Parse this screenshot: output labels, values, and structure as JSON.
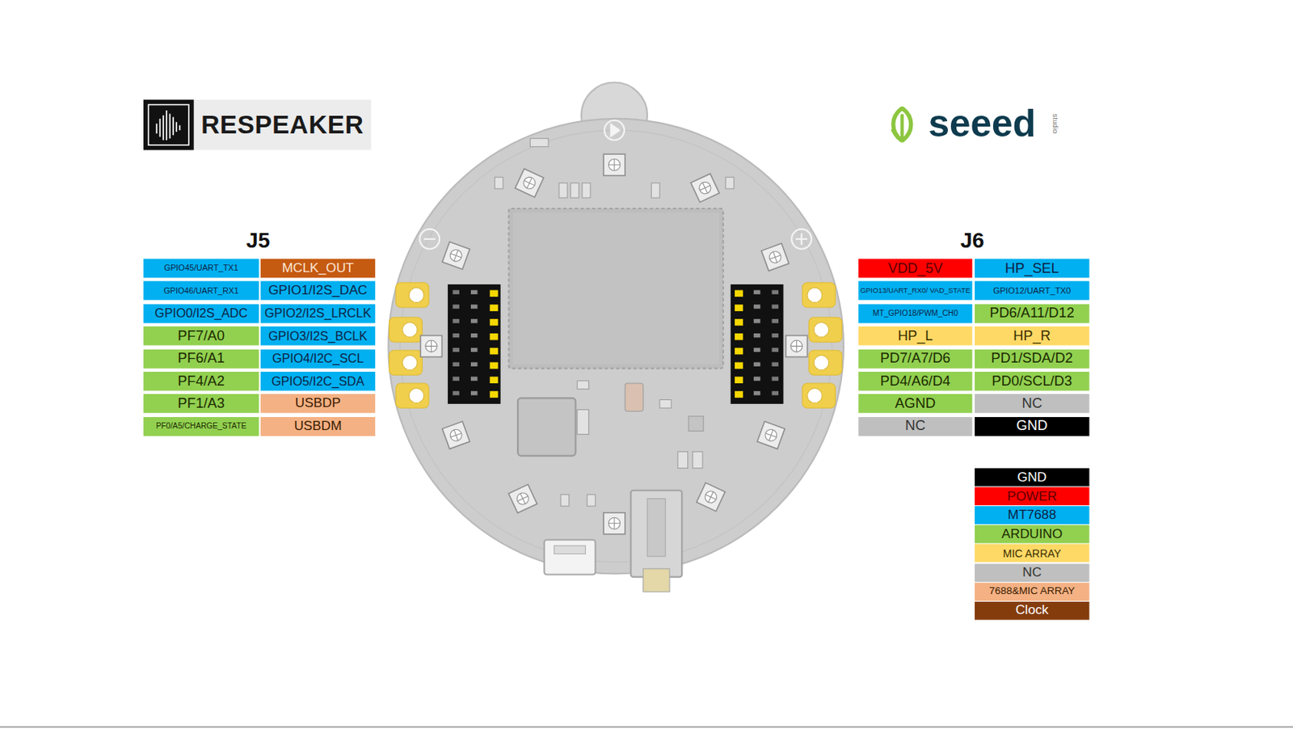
{
  "diagram": {
    "nodes": [
      {
        "text": [
          "GPIO45/UART_TX1"
        ]
      },
      {
        "text": [
          "MCLK_OUT"
        ]
      },
      {
        "text": [
          "GPIO46/UART_RX1"
        ]
      },
      {
        "text": [
          "GPIO1/I2S_DAC"
        ]
      },
      {
        "text": [
          "GPIO0/I2S_ADC"
        ]
      },
      {
        "text": [
          "GPIO2/I2S_LRCLK"
        ]
      },
      {
        "text": [
          "PF7/A0"
        ]
      },
      {
        "text": [
          "GPIO3/I2S_BCLK"
        ]
      },
      {
        "text": [
          "PF6/A1"
        ]
      },
      {
        "text": [
          "GPIO4/I2C_SCL"
        ]
      },
      {
        "text": [
          "PF4/A2"
        ]
      },
      {
        "text": [
          "GPIO5/I2C_SDA"
        ]
      },
      {
        "text": [
          "PF1/A3"
        ]
      },
      {
        "text": [
          "USBDP"
        ]
      },
      {
        "text": [
          "PF0/A5/CHARGE_STATE"
        ]
      },
      {
        "text": [
          "USBDM"
        ]
      },
      {
        "text": [
          "VDD_5V"
        ]
      },
      {
        "text": [
          "HP_SEL"
        ]
      },
      {
        "text": [
          "GPIO13/UART_RX0/ VAD_STATE"
        ]
      },
      {
        "text": [
          "GPIO12/UART_TX0"
        ]
      },
      {
        "text": [
          "MT_GPIO18/PWM_CH0"
        ]
      },
      {
        "text": [
          "PD6/A11/D12"
        ]
      },
      {
        "text": [
          "HP_L"
        ]
      },
      {
        "text": [
          "HP_R"
        ]
      },
      {
        "text": [
          "PD7/A7/D6"
        ]
      },
      {
        "text": [
          "PD1/SDA/D2"
        ]
      },
      {
        "text": [
          "PD4/A6/D4"
        ]
      },
      {
        "text": [
          "PD0/SCL/D3"
        ]
      },
      {
        "text": [
          "AGND"
        ]
      },
      {
        "text": [
          "NC"
        ]
      },
      {
        "text": [
          "NC"
        ]
      },
      {
        "text": [
          "GND"
        ]
      }
    ],
    "labels": [
      "RESPEAKER",
      "seeed",
      "studio",
      "J5",
      "J6"
    ],
    "legend": [
      {
        "text": "GND",
        "color": "#000000"
      },
      {
        "text": "POWER",
        "color": "#ff0000"
      },
      {
        "text": "MT7688",
        "color": "#00b0f0"
      },
      {
        "text": "ARDUINO",
        "color": "#92d050"
      },
      {
        "text": "MIC ARRAY",
        "color": "#ffd966"
      },
      {
        "text": "NC",
        "color": "#bfbfbf"
      },
      {
        "text": "7688&MIC ARRAY",
        "color": "#f4b183"
      },
      {
        "text": "Clock",
        "color": "#843c0c"
      }
    ]
  }
}
